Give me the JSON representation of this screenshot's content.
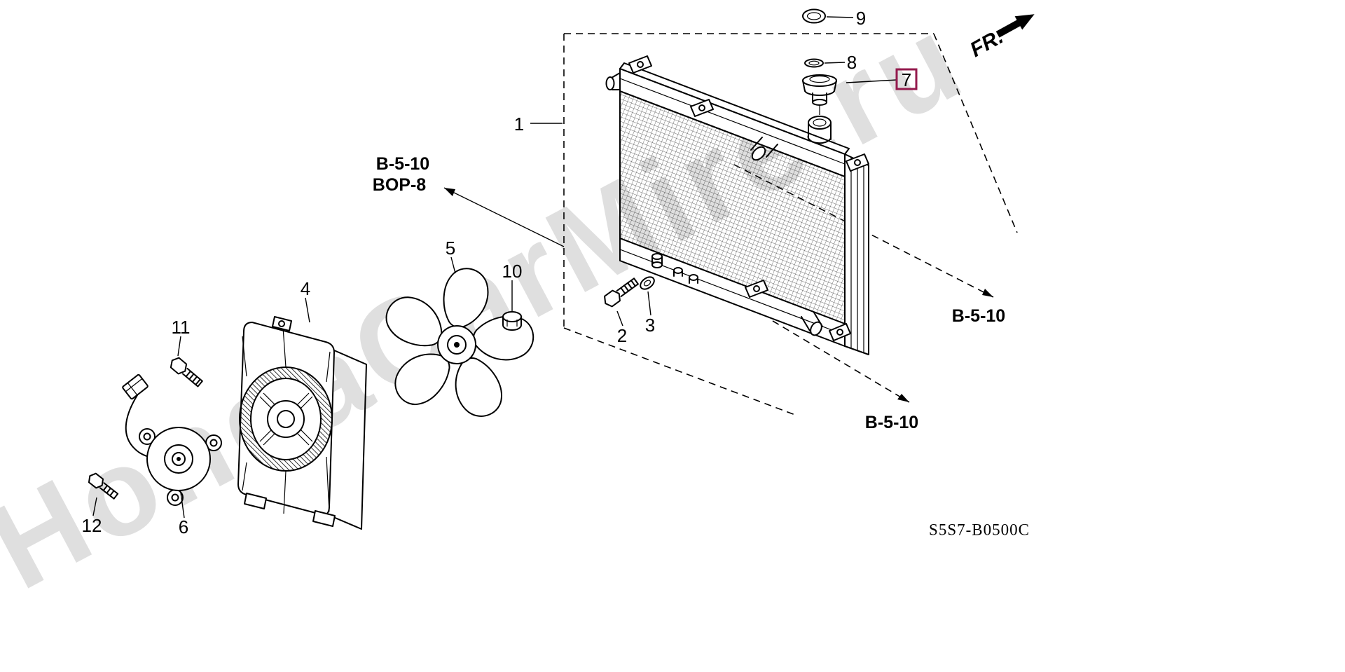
{
  "colors": {
    "highlight_box": "#941a4d",
    "watermark": "#d8d8d8",
    "line": "#000000"
  },
  "watermark": {
    "text": "HondaCarMire.ru"
  },
  "fr": {
    "label": "FR."
  },
  "footer": {
    "diagram_code": "S5S7-B0500C"
  },
  "references": {
    "left_primary": "B-5-10",
    "left_secondary": "BOP-8",
    "right": "B-5-10",
    "bottom": "B-5-10"
  },
  "callouts": {
    "1": {
      "label": "1"
    },
    "2": {
      "label": "2"
    },
    "3": {
      "label": "3"
    },
    "4": {
      "label": "4"
    },
    "5": {
      "label": "5"
    },
    "6": {
      "label": "6"
    },
    "7": {
      "label": "7",
      "highlighted": true
    },
    "8": {
      "label": "8"
    },
    "9": {
      "label": "9"
    },
    "10": {
      "label": "10"
    },
    "11": {
      "label": "11"
    },
    "12": {
      "label": "12"
    }
  }
}
